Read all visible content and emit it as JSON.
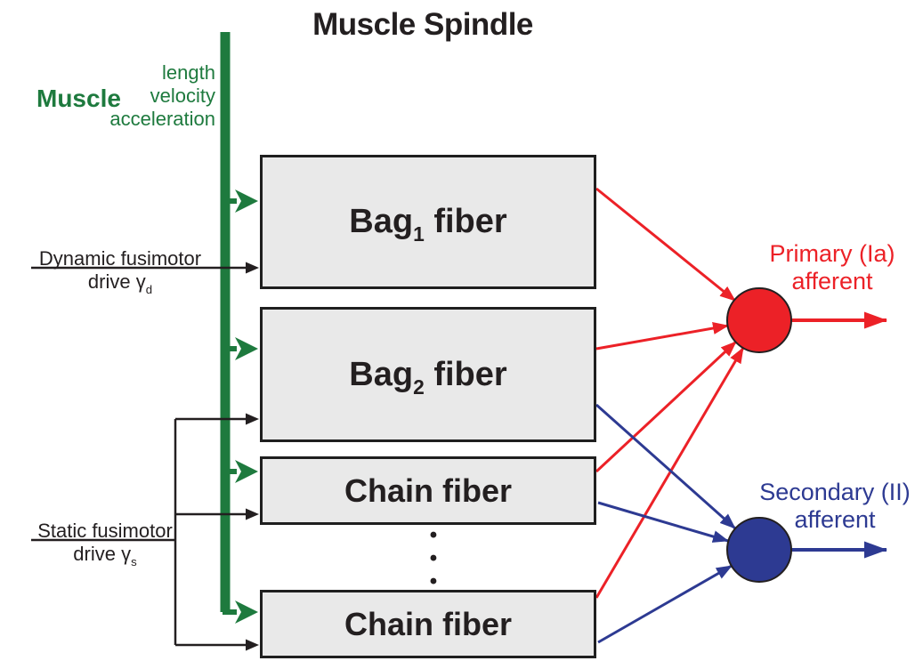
{
  "title": "Muscle Spindle",
  "colors": {
    "green": "#1E7A3E",
    "red": "#EC2127",
    "blue": "#2D3A92",
    "box_fill": "#E9E9E9",
    "box_border": "#1F1F1F",
    "text_dark": "#231F20"
  },
  "muscle": {
    "label": "Muscle",
    "signals": {
      "s1": "length",
      "s2": "velocity",
      "s3": "acceleration"
    }
  },
  "inputs": {
    "dynamic": {
      "line1": "Dynamic fusimotor",
      "line2_main": "drive γ",
      "line2_sub": "d"
    },
    "static": {
      "line1": "Static fusimotor",
      "line2_main": "drive γ",
      "line2_sub": "s"
    }
  },
  "fibers": [
    {
      "main": "Bag",
      "sub": "1",
      "rest": " fiber"
    },
    {
      "main": "Bag",
      "sub": "2",
      "rest": " fiber"
    },
    {
      "main": "Chain fiber",
      "sub": "",
      "rest": ""
    },
    {
      "main": "Chain fiber",
      "sub": "",
      "rest": ""
    }
  ],
  "ellipsis": "•\n•\n•",
  "afferents": {
    "primary": {
      "line1": "Primary (Ia)",
      "line2": "afferent"
    },
    "secondary": {
      "line1": "Secondary (II)",
      "line2": "afferent"
    }
  }
}
